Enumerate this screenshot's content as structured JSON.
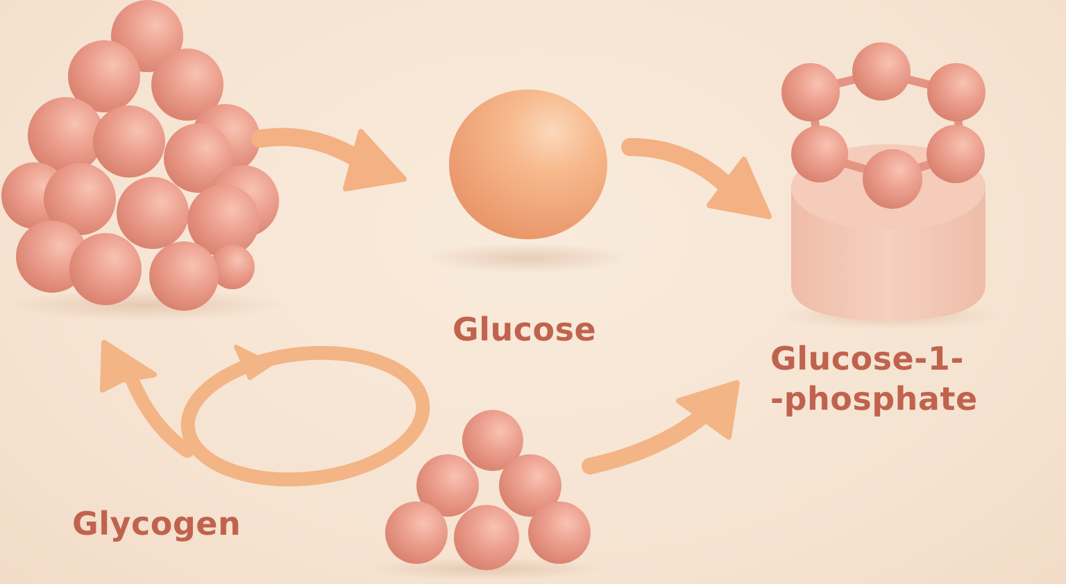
{
  "diagram": {
    "type": "pathway-illustration",
    "labels": {
      "glucose": "Glucose",
      "g1p_line1": "Glucose-1-",
      "g1p_line2": "-phosphate",
      "glycogen": "Glycogen"
    },
    "nodes": [
      {
        "id": "glycogen-cluster",
        "shape": "sphere-cluster",
        "position": "top-left"
      },
      {
        "id": "glucose-sphere",
        "shape": "single-sphere",
        "position": "top-center"
      },
      {
        "id": "g1p-ring",
        "shape": "six-sphere-ring-on-pedestal",
        "position": "top-right"
      },
      {
        "id": "small-cluster",
        "shape": "sphere-pyramid",
        "position": "bottom-center"
      }
    ],
    "arrows": [
      {
        "from": "glycogen-cluster",
        "to": "glucose-sphere"
      },
      {
        "from": "glucose-sphere",
        "to": "g1p-ring"
      },
      {
        "from": "small-cluster",
        "to": "g1p-ring"
      },
      {
        "from": "loop",
        "to": "glycogen-cluster"
      }
    ]
  },
  "colors": {
    "background": "#f6e4d2",
    "sphere_pink": "#e99a88",
    "sphere_glucose": "#f2a874",
    "arrow": "#f3b486",
    "label": "#c0634e",
    "pedestal": "#f1c3b1"
  }
}
